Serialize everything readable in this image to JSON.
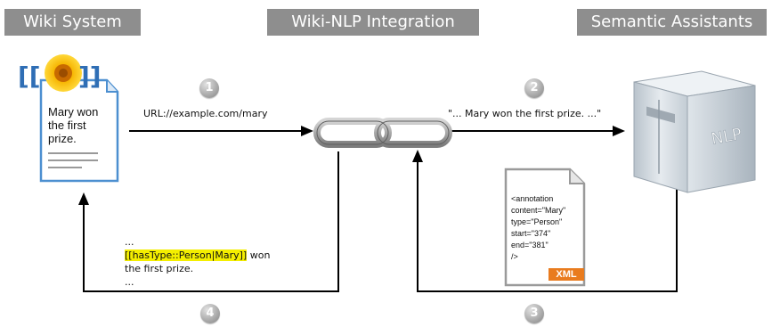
{
  "headers": {
    "wiki_system": "Wiki System",
    "integration": "Wiki-NLP Integration",
    "semantic_assistants": "Semantic Assistants"
  },
  "steps": {
    "one": "1",
    "two": "2",
    "three": "3",
    "four": "4"
  },
  "labels": {
    "url": "URL://example.com/mary",
    "sentence": "\"... Mary won the first prize. ...\""
  },
  "wiki_document": {
    "brackets_left": "[[",
    "brackets_right": "]]",
    "line1": "Mary won",
    "line2": "the first",
    "line3": "prize."
  },
  "markup_result": {
    "line1": "...",
    "highlight": "[[hasType::Person|Mary]]",
    "line2_rest": " won",
    "line3": "the first prize.",
    "line4": "..."
  },
  "xml_document": {
    "line1": "<annotation",
    "line2": "content=\"Mary\"",
    "line3": "type=\"Person\"",
    "line4": "start=\"374\"",
    "line5": "end=\"381\"",
    "line6": "/>",
    "badge": "XML"
  },
  "server": {
    "label": "NLP"
  },
  "colors": {
    "header_bg": "#8e8e8e",
    "highlight": "#f4ee00",
    "xml_badge": "#e97b1e",
    "document_border": "#4c8fd0"
  }
}
